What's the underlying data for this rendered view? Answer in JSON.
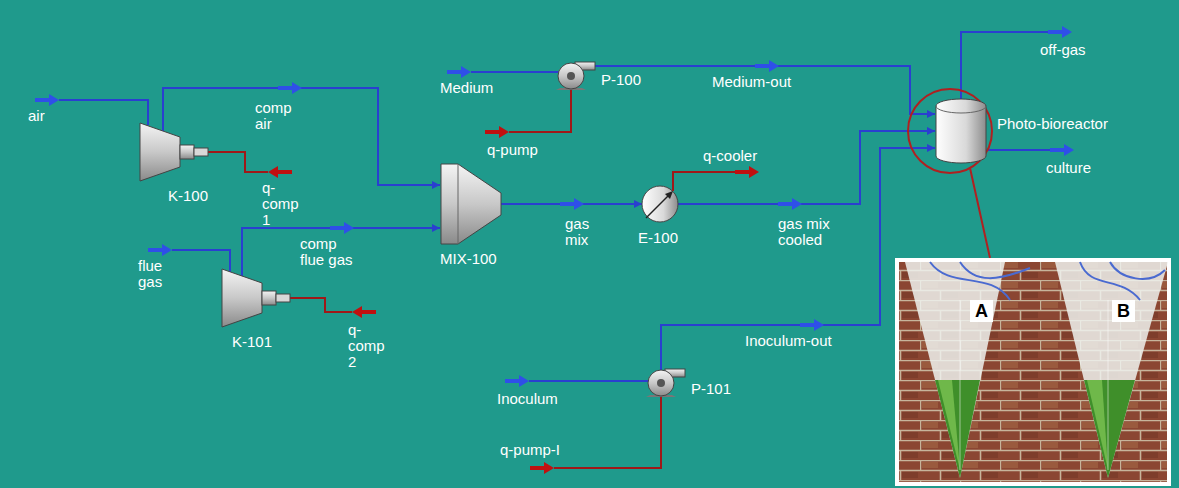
{
  "diagram": {
    "nodes": [
      {
        "text": [
          "K-100"
        ]
      },
      {
        "text": [
          "K-101"
        ]
      },
      {
        "text": [
          "MIX-100"
        ]
      },
      {
        "text": [
          "P-100"
        ]
      },
      {
        "text": [
          "E-100"
        ]
      },
      {
        "text": [
          "P-101"
        ]
      },
      {
        "text": [
          "Photo-bioreactor"
        ]
      }
    ],
    "edges": [
      {
        "from": 0,
        "to": 2,
        "arrow": "to",
        "label": "comp air"
      },
      {
        "from": 1,
        "to": 2,
        "arrow": "to",
        "label": "comp flue gas"
      },
      {
        "from": 2,
        "to": 4,
        "arrow": "to",
        "label": "gas mix"
      },
      {
        "from": 4,
        "to": 6,
        "arrow": "to",
        "label": "gas mix cooled"
      },
      {
        "from": 3,
        "to": 6,
        "arrow": "to",
        "label": "Medium-out"
      },
      {
        "from": 5,
        "to": 6,
        "arrow": "to",
        "label": "Inoculum-out"
      }
    ],
    "labels": [
      "air",
      "q-comp 1",
      "flue gas",
      "q-comp 2",
      "Medium",
      "q-pump",
      "q-cooler",
      "off-gas",
      "culture",
      "Inoculum",
      "q-pump-I",
      "A",
      "B"
    ]
  }
}
